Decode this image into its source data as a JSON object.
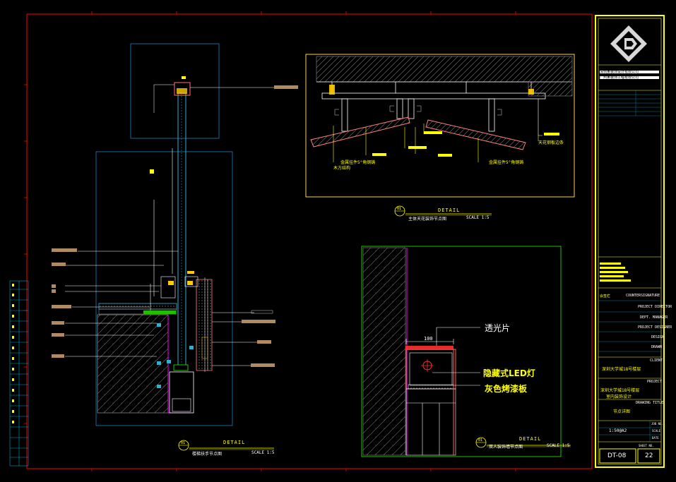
{
  "drawing": {
    "layer_colors": {
      "border": "#ff0000",
      "titleblock": "#ffff00",
      "frame_cyan": "#00c0ff",
      "frame_green": "#00c000",
      "frame_orange": "#ffcc66",
      "hatch": "#808080",
      "leader": "#ffffff",
      "magenta": "#ff00ff",
      "tag_fill": "#b08a60"
    }
  },
  "details": {
    "top_right": {
      "title": "DETAIL",
      "number": "01",
      "subtitle": "主体天花装饰节点图",
      "scale": "SCALE 1:5",
      "notes": [
        "金属挂件5°角钢铸",
        "木方结构",
        "金属挂件5°角钢铸",
        "天花钢板边条"
      ]
    },
    "bottom_left": {
      "title": "DETAIL",
      "number": "01",
      "subtitle": "楼梯扶手节点图",
      "scale": "SCALE 1:5"
    },
    "bottom_right": {
      "title": "DETAIL",
      "number": "01",
      "subtitle": "双人装饰墙节点图",
      "scale": "SCALE 1:5",
      "callouts": {
        "translucent": "透光片",
        "dimension": "100",
        "led": "隐藏式LED灯",
        "panel": "灰色烤漆板"
      }
    }
  },
  "titleblock": {
    "logo_icon": "diamond-logo-icon",
    "company_line1": "深圳某装饰设计有限公司",
    "company_line2": "广州某装饰工程有限公司",
    "countersignature": "COUNTERSIGNATURE",
    "sign_label": "会签栏",
    "roles": [
      "PROJECT DIRECTOR",
      "DEPT. MANAGER",
      "PROJECT DESIGNER",
      "DESIGN",
      "DRAWN"
    ],
    "client_label": "CLIENT",
    "client_name": "深圳大学城18号楼层",
    "project_label": "PROJECT",
    "project_name_1": "深圳大学城18号楼层",
    "project_name_2": "室内装饰设计",
    "drawing_title_label": "DRAWING TITLE",
    "drawing_title": "节点详图",
    "scale_value": "1:50@A2",
    "scale_label": "SCALE",
    "date_label": "DATE",
    "job_label": "JOB NO.",
    "sheet_label": "SHEET NO.",
    "drawing_no": "DT-08",
    "sheet_no": "22"
  }
}
